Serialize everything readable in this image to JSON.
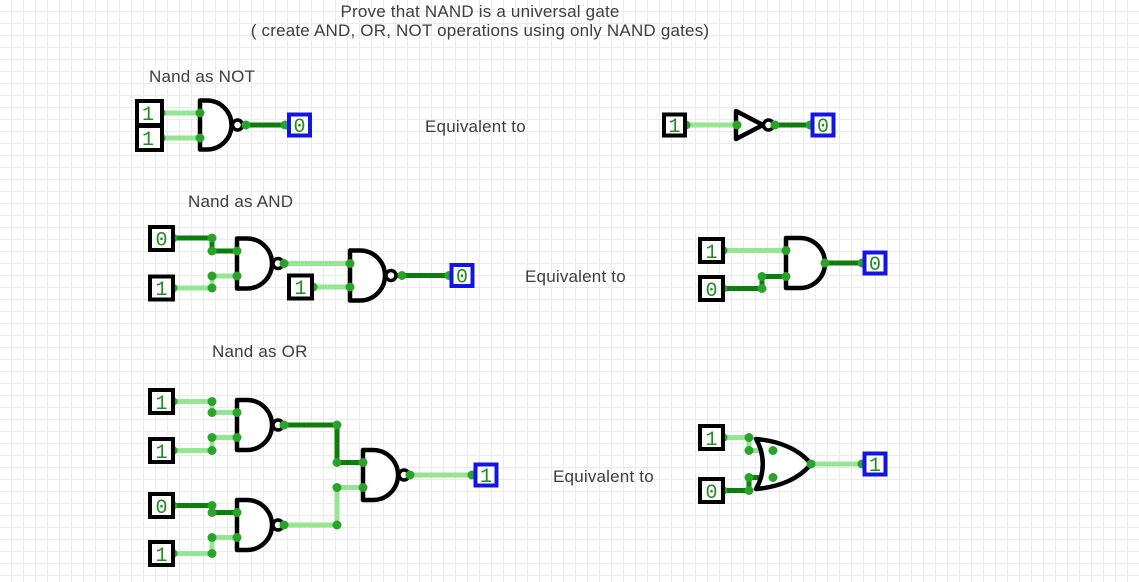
{
  "title": {
    "line1": "Prove that NAND is a universal gate",
    "line2": "( create AND, OR, NOT operations using only NAND gates)"
  },
  "colors": {
    "background": "#ffffff",
    "grid_line": "#ebebeb",
    "label_text": "#3d3d3d",
    "wire_high": "#95e595",
    "wire_low": "#0d7d0d",
    "node": "#29a329",
    "value_text": "#228b22",
    "gate_stroke": "#000000",
    "input_border": "#000000",
    "output_border": "#1414e6"
  },
  "sections": [
    {
      "label": "Nand as NOT",
      "equivalent_label": "Equivalent to",
      "nand_circuit": {
        "inputs": [
          "1",
          "1"
        ],
        "output": "0"
      },
      "equivalent_circuit": {
        "gate": "NOT",
        "inputs": [
          "1"
        ],
        "output": "0"
      }
    },
    {
      "label": "Nand as AND",
      "equivalent_label": "Equivalent to",
      "nand_circuit": {
        "inputs": [
          "0",
          "1",
          "1"
        ],
        "output": "0"
      },
      "equivalent_circuit": {
        "gate": "AND",
        "inputs": [
          "1",
          "0"
        ],
        "output": "0"
      }
    },
    {
      "label": "Nand as OR",
      "equivalent_label": "Equivalent to",
      "nand_circuit": {
        "inputs": [
          "1",
          "1",
          "0",
          "1"
        ],
        "output": "1"
      },
      "equivalent_circuit": {
        "gate": "OR",
        "inputs": [
          "1",
          "0"
        ],
        "output": "1"
      }
    }
  ]
}
